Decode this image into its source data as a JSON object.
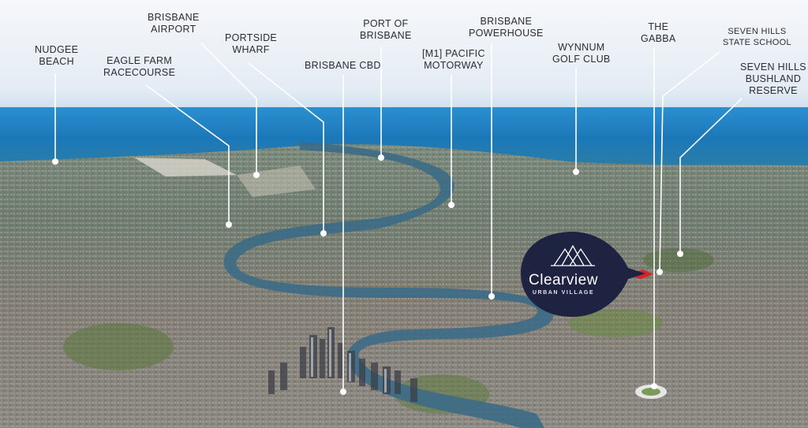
{
  "labels": {
    "nudgee_beach": [
      "NUDGEE",
      "BEACH"
    ],
    "eagle_farm_racecourse": [
      "EAGLE FARM",
      "RACECOURSE"
    ],
    "brisbane_airport": [
      "BRISBANE",
      "AIRPORT"
    ],
    "portside_wharf": [
      "PORTSIDE",
      "WHARF"
    ],
    "brisbane_cbd": [
      "BRISBANE CBD"
    ],
    "port_of_brisbane": [
      "PORT OF",
      "BRISBANE"
    ],
    "m1_pacific_motorway": [
      "[M1] PACIFIC",
      "MOTORWAY"
    ],
    "brisbane_powerhouse": [
      "BRISBANE",
      "POWERHOUSE"
    ],
    "wynnum_golf_club": [
      "WYNNUM",
      "GOLF CLUB"
    ],
    "the_gabba": [
      "THE",
      "GABBA"
    ],
    "seven_hills_state_school": [
      "SEVEN HILLS",
      "STATE SCHOOL"
    ],
    "seven_hills_bushland_reserve": [
      "SEVEN HILLS",
      "BUSHLAND",
      "RESERVE"
    ]
  },
  "brand": {
    "name": "Clearview",
    "subtitle": "URBAN VILLAGE",
    "logo_icon": "mountain-peaks-icon",
    "marker_color": "#1e2342",
    "site_color": "#d8222a"
  },
  "colors": {
    "label_text": "#2c2c34",
    "leader_line": "#ffffff",
    "sky_top": "#eef3f8",
    "sea": "#1b7fc0"
  }
}
